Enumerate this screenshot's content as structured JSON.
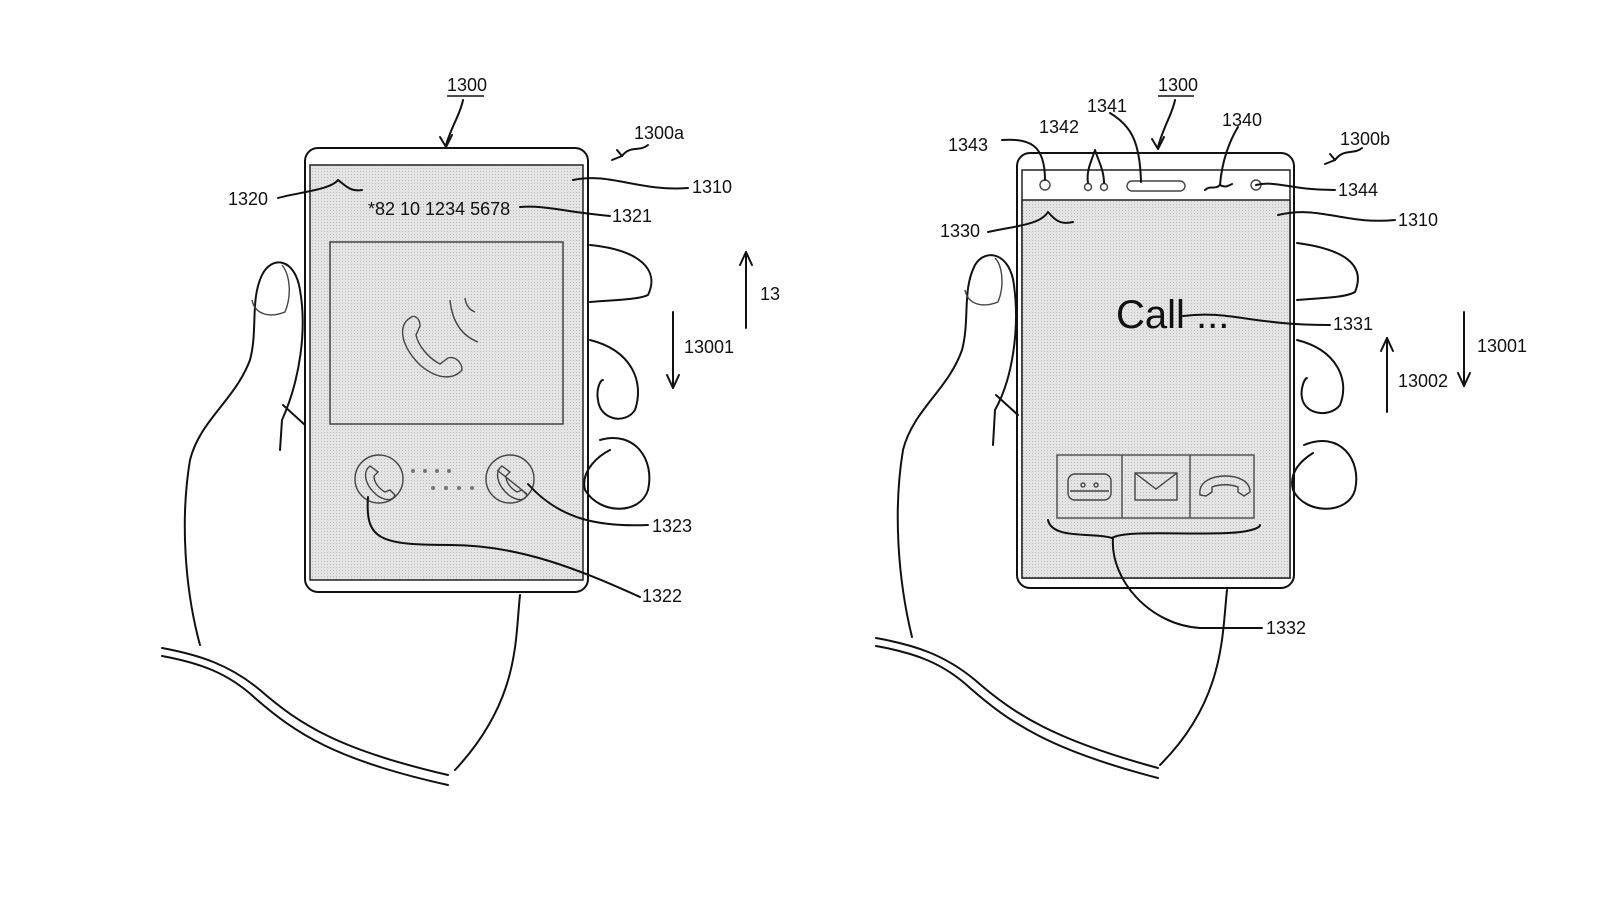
{
  "figure": {
    "left": {
      "device_ref": "1300",
      "state_ref": "1300a",
      "screen_ref": "1310",
      "ui_ref": "1320",
      "number_ref": "1321",
      "accept_ref": "1322",
      "reject_ref": "1323",
      "phone_number": "*82 10 1234 5678",
      "motion_down_ref": "13001",
      "motion_up_ref_cut": "13"
    },
    "right": {
      "device_ref": "1300",
      "state_ref": "1300b",
      "screen_ref": "1310",
      "ui_ref": "1330",
      "call_text_ref": "1331",
      "buttons_ref": "1332",
      "bar_ref": "1340",
      "speaker_ref": "1341",
      "sensor_ref": "1342",
      "camera_ref": "1343",
      "led_ref": "1344",
      "call_text": "Call ...",
      "motion_up_ref": "13002",
      "motion_down_ref": "13001"
    }
  },
  "colors": {
    "line": "#111111",
    "screen": "#dcdcdc"
  }
}
